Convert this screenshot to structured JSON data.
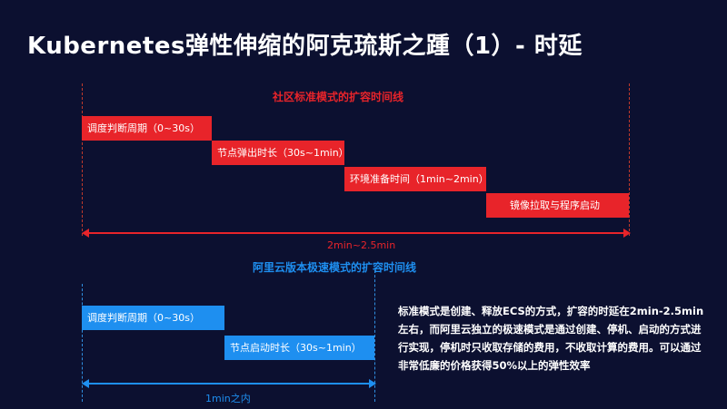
{
  "title": "Kubernetes弹性伸缩的阿克琉斯之踵（1）- 时延",
  "community": {
    "title": "社区标准模式的扩容时间线",
    "steps": [
      "调度判断周期（0~30s）",
      "节点弹出时长（30s~1min）",
      "环境准备时间（1min~2min）",
      "镜像拉取与程序启动"
    ],
    "total": "2min~2.5min"
  },
  "aliyun": {
    "title": "阿里云版本极速模式的扩容时间线",
    "steps": [
      "调度判断周期（0~30s）",
      "节点启动时长（30s~1min）"
    ],
    "total": "1min之内"
  },
  "description": "标准模式是创建、释放ECS的方式，扩容的时延在2min-2.5min左右，而阿里云独立的极速模式是通过创建、停机、启动的方式进行实现，停机时只收取存储的费用，不收取计算的费用。可以通过非常低廉的价格获得50%以上的弹性效率",
  "colors": {
    "background": "#0c1030",
    "red": "#e8242a",
    "blue": "#1e8ff0"
  }
}
